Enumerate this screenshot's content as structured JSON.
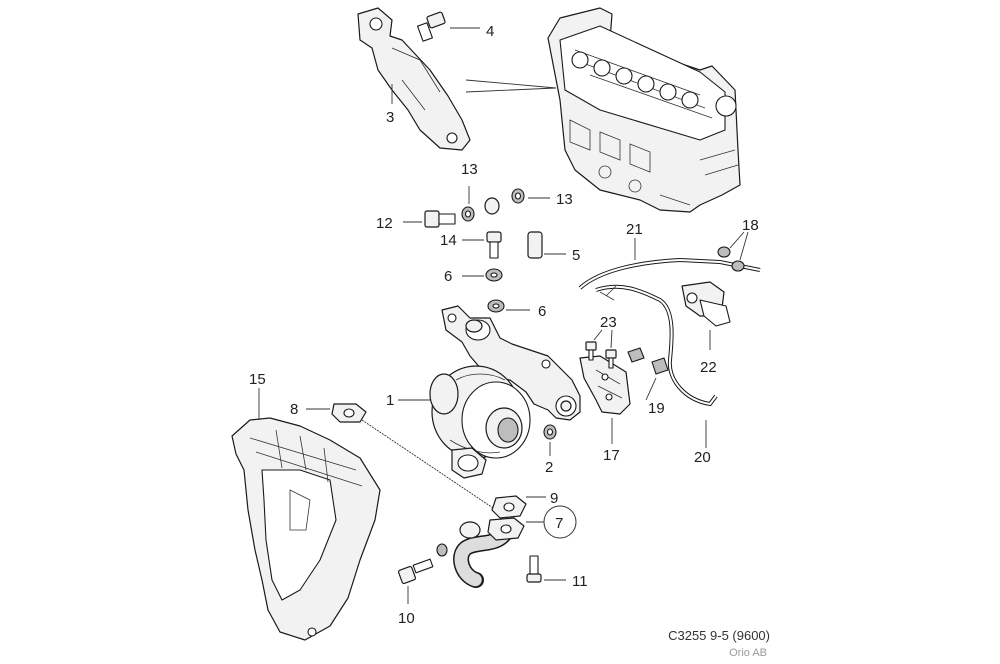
{
  "diagram": {
    "callouts": {
      "c1": "1",
      "c2": "2",
      "c3": "3",
      "c4": "4",
      "c5": "5",
      "c6a": "6",
      "c6b": "6",
      "c7": "7",
      "c8": "8",
      "c9": "9",
      "c10": "10",
      "c11": "11",
      "c12": "12",
      "c13a": "13",
      "c13b": "13",
      "c14": "14",
      "c15": "15",
      "c17": "17",
      "c18": "18",
      "c19": "19",
      "c20": "20",
      "c21": "21",
      "c22": "22",
      "c23": "23"
    },
    "footer": {
      "code": "C3255 9-5 (9600)",
      "publisher": "Orio AB"
    }
  }
}
